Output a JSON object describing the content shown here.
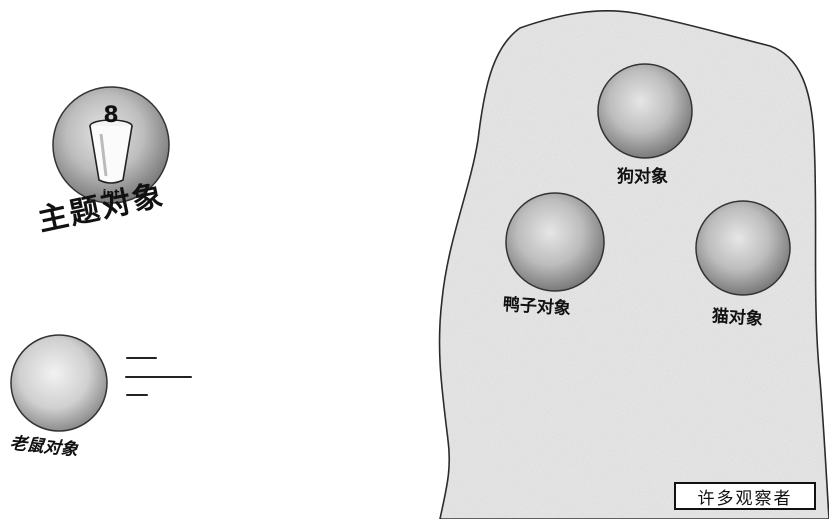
{
  "subject": {
    "label": "主题对象",
    "value": "8",
    "type_label": "int"
  },
  "mouse": {
    "label": "老鼠对象"
  },
  "observers": {
    "caption": "许多观察者",
    "items": [
      {
        "label": "狗对象"
      },
      {
        "label": "鸭子对象"
      },
      {
        "label": "猫对象"
      }
    ]
  }
}
